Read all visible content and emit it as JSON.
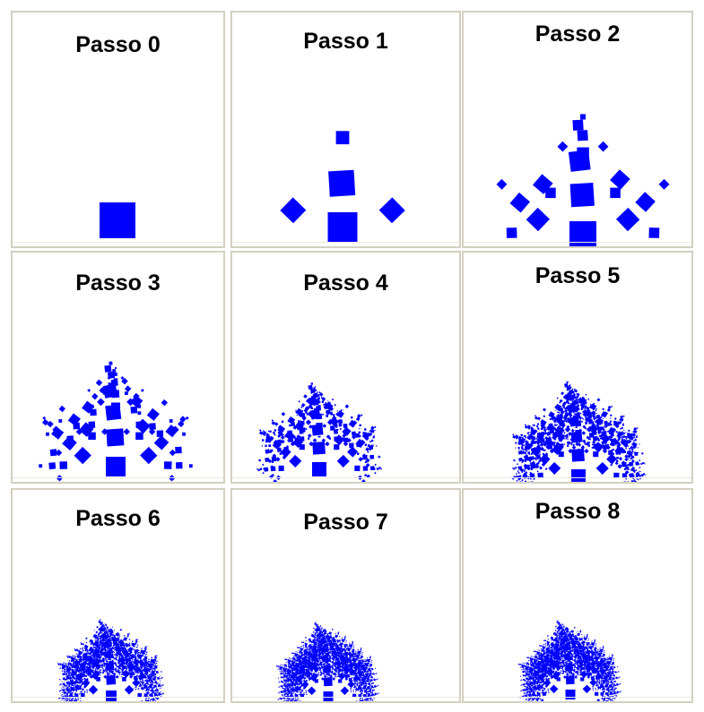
{
  "colors": {
    "fractal": "#0000ff",
    "frame": "#d4d0c0",
    "background": "#ffffff"
  },
  "panels": [
    {
      "title": "Passo 0",
      "step": 0
    },
    {
      "title": "Passo 1",
      "step": 1
    },
    {
      "title": "Passo 2",
      "step": 2
    },
    {
      "title": "Passo 3",
      "step": 3
    },
    {
      "title": "Passo 4",
      "step": 4
    },
    {
      "title": "Passo 5",
      "step": 5
    },
    {
      "title": "Passo 6",
      "step": 6
    },
    {
      "title": "Passo 7",
      "step": 7
    },
    {
      "title": "Passo 8",
      "step": 8
    }
  ]
}
